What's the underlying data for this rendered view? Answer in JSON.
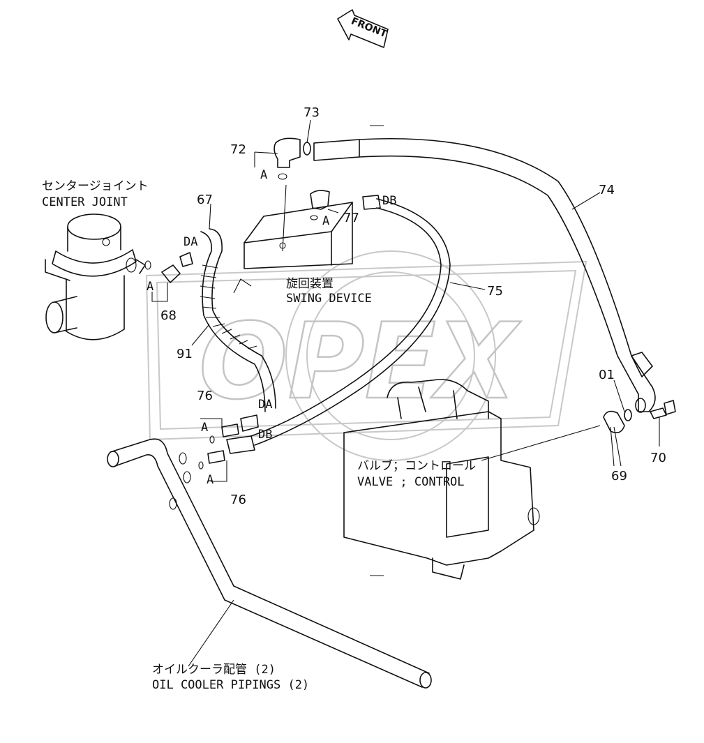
{
  "front_arrow": {
    "label": "FRONT"
  },
  "watermark": {
    "text": "OPEX"
  },
  "labels": {
    "center_joint_jp": "センタージョイント",
    "center_joint_en": "CENTER JOINT",
    "swing_device_jp": "旋回装置",
    "swing_device_en": "SWING DEVICE",
    "valve_jp": "バルブ；コントロール",
    "valve_en": "VALVE ; CONTROL",
    "oil_cooler_jp": "オイルクーラ配管 (2)",
    "oil_cooler_en": "OIL COOLER PIPINGS (2)"
  },
  "part_numbers": {
    "p01": "01",
    "p67": "67",
    "p68": "68",
    "p69": "69",
    "p70": "70",
    "p72": "72",
    "p73": "73",
    "p74": "74",
    "p75": "75",
    "p76_top": "76",
    "p76_bottom": "76",
    "p77": "77",
    "p91": "91"
  },
  "port_marks": {
    "da_top": "DA",
    "da_bottom": "DA",
    "db_top": "DB",
    "db_bottom": "DB",
    "a_68": "A",
    "a_72": "A",
    "a_77": "A",
    "a_76_top": "A",
    "a_76_bottom": "A"
  }
}
